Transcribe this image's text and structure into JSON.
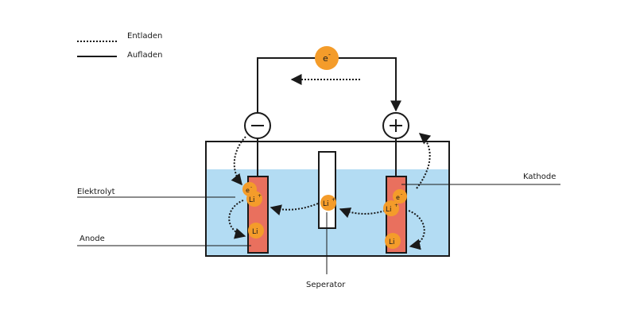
{
  "legend": {
    "discharge_label": "Entladen",
    "charge_label": "Aufladen"
  },
  "labels": {
    "electrolyte": "Elektrolyt",
    "anode": "Anode",
    "cathode": "Kathode",
    "separator": "Seperator"
  },
  "symbols": {
    "electron": "e",
    "electron_charge": "-",
    "negative_terminal": "−",
    "positive_terminal": "+",
    "lithium_ion": "Li",
    "ion_charge": "+",
    "lithium_atom": "Li"
  },
  "colors": {
    "electrolyte": "#b3dcf3",
    "electrode": "#e9705e",
    "particle": "#f49c2a",
    "line": "#1a1a1a"
  }
}
